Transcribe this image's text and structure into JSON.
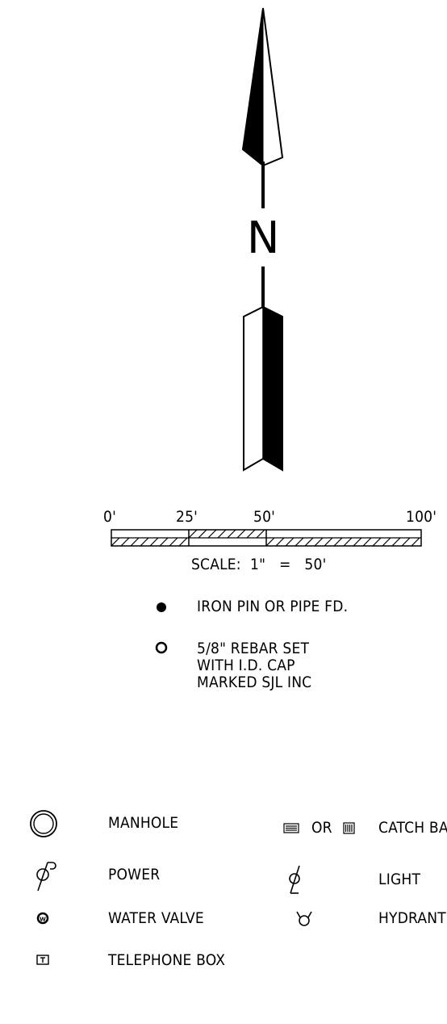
{
  "north_arrow": {
    "letter": "N"
  },
  "scale_bar": {
    "ticks": [
      "0'",
      "25'",
      "50'",
      "100'"
    ],
    "caption": "SCALE:  1\"   =   50'"
  },
  "legend_top": [
    {
      "symbol": "filled-dot-icon",
      "label": "IRON PIN OR PIPE FD."
    },
    {
      "symbol": "open-circle-icon",
      "lines": [
        "5/8\" REBAR SET",
        "WITH I.D. CAP",
        "MARKED SJL INC"
      ]
    }
  ],
  "legend_bottom": {
    "left": [
      {
        "symbol": "manhole-icon",
        "label": "MANHOLE"
      },
      {
        "symbol": "power-pole-icon",
        "label": "POWER"
      },
      {
        "symbol": "water-valve-icon",
        "label": "WATER VALVE"
      },
      {
        "symbol": "telephone-box-icon",
        "label": "TELEPHONE BOX"
      }
    ],
    "right": [
      {
        "symbol": "catch-basin-icon",
        "or_text": "OR",
        "label": "CATCH BA"
      },
      {
        "symbol": "light-pole-icon",
        "label": "LIGHT"
      },
      {
        "symbol": "hydrant-icon",
        "label": "HYDRANT"
      }
    ]
  }
}
